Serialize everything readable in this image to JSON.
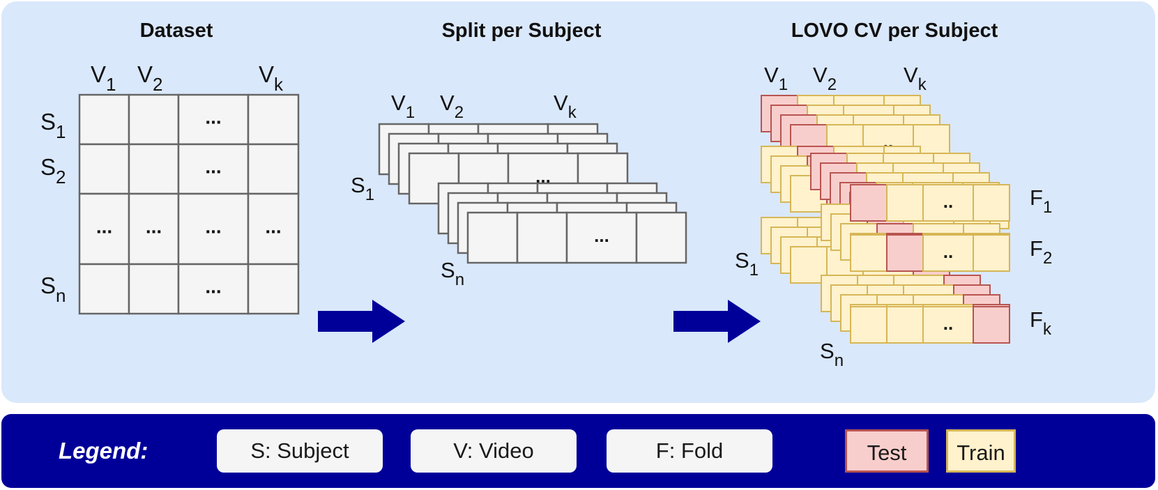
{
  "colors": {
    "panel_bg": "#dae8fb",
    "cell_bg": "#f5f5f5",
    "cell_border": "#666666",
    "train_bg": "#fff2cc",
    "train_border": "#d6b656",
    "test_bg": "#f8cecc",
    "test_border": "#b85450",
    "arrow": "#000099",
    "legend_bg": "#000099"
  },
  "dataset": {
    "title": "Dataset",
    "v_labels": [
      {
        "base": "V",
        "sub": "1"
      },
      {
        "base": "V",
        "sub": "2"
      },
      {
        "base": "V",
        "sub": "k"
      }
    ],
    "s_labels": [
      {
        "base": "S",
        "sub": "1"
      },
      {
        "base": "S",
        "sub": "2"
      },
      {
        "base": "S",
        "sub": "n"
      }
    ],
    "ellipsis": "..."
  },
  "split": {
    "title": "Split per Subject",
    "v_labels": [
      {
        "base": "V",
        "sub": "1"
      },
      {
        "base": "V",
        "sub": "2"
      },
      {
        "base": "V",
        "sub": "k"
      }
    ],
    "s_labels": [
      {
        "base": "S",
        "sub": "1"
      },
      {
        "base": "S",
        "sub": "n"
      }
    ],
    "ellipsis": "..."
  },
  "lovo": {
    "title": "LOVO CV per Subject",
    "v_labels": [
      {
        "base": "V",
        "sub": "1"
      },
      {
        "base": "V",
        "sub": "2"
      },
      {
        "base": "V",
        "sub": "k"
      }
    ],
    "s_labels": [
      {
        "base": "S",
        "sub": "1"
      },
      {
        "base": "S",
        "sub": "n"
      }
    ],
    "f_labels": [
      {
        "base": "F",
        "sub": "1"
      },
      {
        "base": "F",
        "sub": "2"
      },
      {
        "base": "F",
        "sub": "k"
      }
    ],
    "ellipsis": ".."
  },
  "legend": {
    "title": "Legend:",
    "items": [
      "S: Subject",
      "V: Video",
      "F: Fold"
    ],
    "test_label": "Test",
    "train_label": "Train"
  }
}
